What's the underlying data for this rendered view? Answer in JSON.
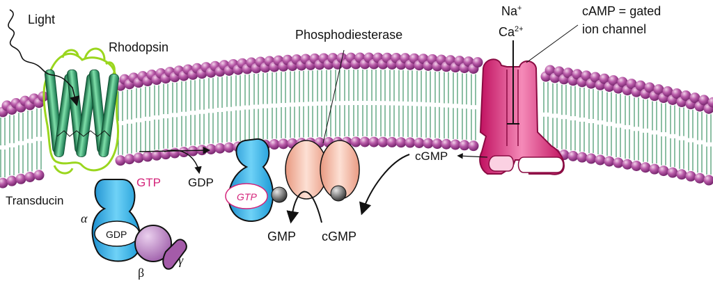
{
  "labels": {
    "light": "Light",
    "rhodopsin": "Rhodopsin",
    "transducin": "Transducin",
    "gtp": "GTP",
    "gdp": "GDP",
    "phosphodiesterase": "Phosphodiesterase",
    "na": "Na",
    "na_sup": "+",
    "ca": "Ca",
    "ca_sup": "2+",
    "channel_line1": "cAMP = gated",
    "channel_line2": "ion channel",
    "cgmp_channel": "cGMP",
    "cgmp_pde": "cGMP",
    "gmp": "GMP",
    "alpha": "α",
    "beta": "β",
    "gamma": "γ",
    "gdp_on_alpha": "GDP",
    "gtp_on_alpha": "GTP"
  },
  "colors": {
    "lipid_head": "#a33d93",
    "lipid_tail": "#2f8a5a",
    "rhodopsin_helix": "#2aa56a",
    "rhodopsin_outline": "#9ad61e",
    "transducin_alpha": "#33b5ec",
    "transducin_beta_gamma": "#b57bbf",
    "pde": "#f6b5a0",
    "channel": "#d81b72",
    "gtp_text": "#d4237a"
  }
}
